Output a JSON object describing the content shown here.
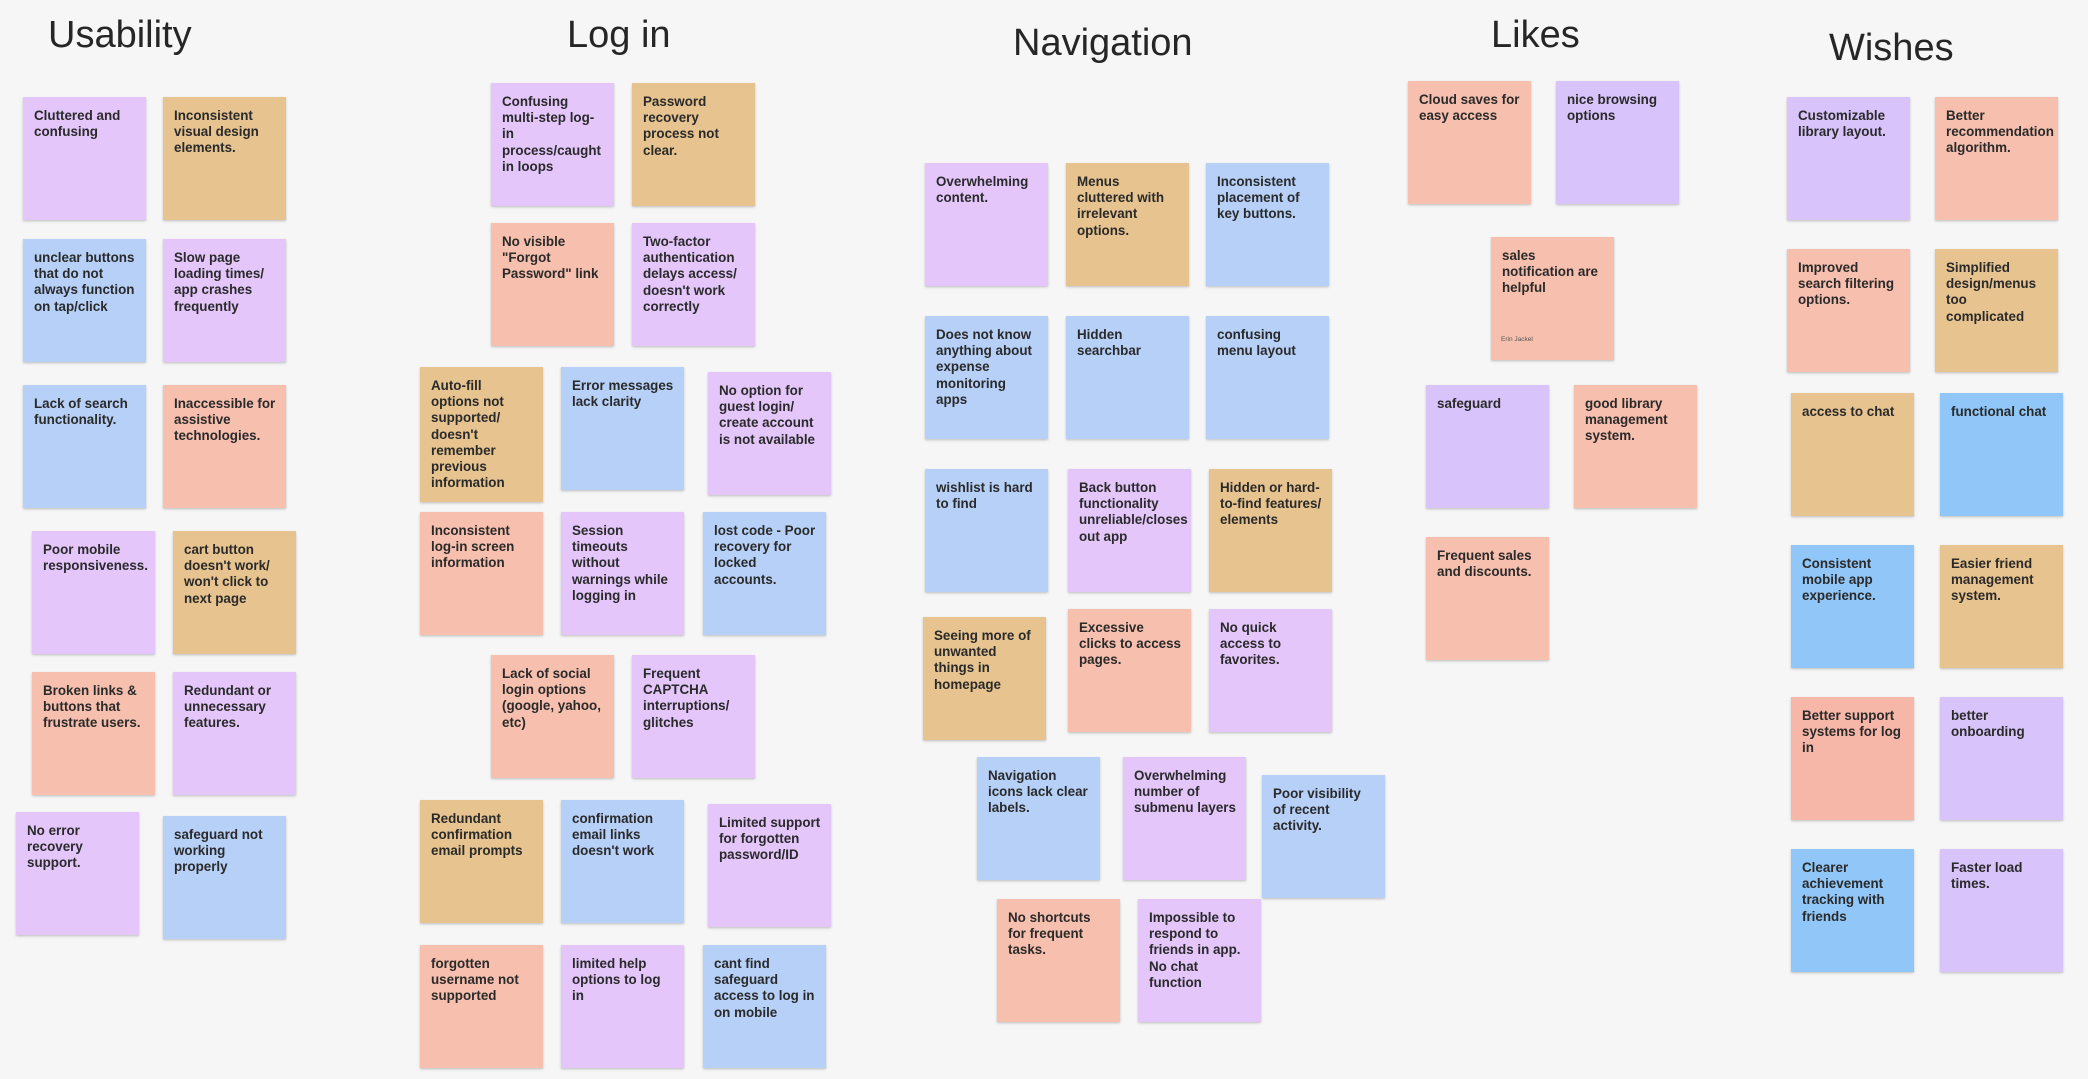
{
  "colors": {
    "purple": "#e4c6fb",
    "tan": "#e6c38f",
    "blue": "#b6d0f8",
    "salmon": "#f7bfae",
    "lilac": "#d8c3fa",
    "sky": "#90c7f8",
    "coral": "#f6b6a8",
    "background": "#f6f6f6"
  },
  "columns": {
    "usability": {
      "title": "Usability",
      "notes": [
        {
          "text": "Cluttered and confusing",
          "color": "purple"
        },
        {
          "text": "Inconsistent visual design elements.",
          "color": "tan"
        },
        {
          "text": "unclear  buttons that do not always function on tap/click",
          "color": "blue"
        },
        {
          "text": "Slow page loading times/ app crashes frequently",
          "color": "purple"
        },
        {
          "text": "Lack of search functionality.",
          "color": "blue"
        },
        {
          "text": "Inaccessible for assistive technologies.",
          "color": "salmon"
        },
        {
          "text": "Poor mobile responsiveness.",
          "color": "purple"
        },
        {
          "text": "cart button doesn't work/ won't click to next page",
          "color": "tan"
        },
        {
          "text": "Broken links & buttons that frustrate users.",
          "color": "salmon"
        },
        {
          "text": "Redundant or unnecessary features.",
          "color": "purple"
        },
        {
          "text": "No error recovery support.",
          "color": "purple"
        },
        {
          "text": "safeguard not working properly",
          "color": "blue"
        }
      ]
    },
    "login": {
      "title": "Log in",
      "notes": [
        {
          "text": "Confusing multi-step log-in process/caught in loops",
          "color": "purple"
        },
        {
          "text": "Password recovery process not clear.",
          "color": "tan"
        },
        {
          "text": "No visible \"Forgot Password\" link",
          "color": "salmon"
        },
        {
          "text": "Two-factor authentication delays access/ doesn't work correctly",
          "color": "purple"
        },
        {
          "text": "Auto-fill options not supported/ doesn't remember previous information",
          "color": "tan"
        },
        {
          "text": "Error messages lack clarity",
          "color": "blue"
        },
        {
          "text": "No option for guest login/ create account is not available",
          "color": "purple"
        },
        {
          "text": "Inconsistent log-in screen information",
          "color": "salmon"
        },
        {
          "text": "Session timeouts without warnings while logging in",
          "color": "purple"
        },
        {
          "text": "lost code - Poor recovery for locked accounts.",
          "color": "blue"
        },
        {
          "text": "Lack of social login options (google, yahoo, etc)",
          "color": "salmon"
        },
        {
          "text": "Frequent CAPTCHA interruptions/ glitches",
          "color": "purple"
        },
        {
          "text": "Redundant confirmation email prompts",
          "color": "tan"
        },
        {
          "text": "confirmation email links doesn't work",
          "color": "blue"
        },
        {
          "text": "Limited support for forgotten password/ID",
          "color": "purple"
        },
        {
          "text": "forgotten username not supported",
          "color": "salmon"
        },
        {
          "text": "limited help options to log in",
          "color": "purple"
        },
        {
          "text": "cant find safeguard access to log in on mobile",
          "color": "blue"
        }
      ]
    },
    "navigation": {
      "title": "Navigation",
      "notes": [
        {
          "text": "Overwhelming content.",
          "color": "purple"
        },
        {
          "text": "Menus cluttered with irrelevant options.",
          "color": "tan"
        },
        {
          "text": "Inconsistent placement of key buttons.",
          "color": "blue"
        },
        {
          "text": "Does not know anything about expense monitoring apps",
          "color": "blue"
        },
        {
          "text": "Hidden searchbar",
          "color": "blue"
        },
        {
          "text": "confusing menu layout",
          "color": "blue"
        },
        {
          "text": "wishlist is hard to find",
          "color": "blue"
        },
        {
          "text": "Back button functionality unreliable/closes out app",
          "color": "purple"
        },
        {
          "text": "Hidden or hard-to-find features/ elements",
          "color": "tan"
        },
        {
          "text": "Seeing more of unwanted things in homepage",
          "color": "tan"
        },
        {
          "text": "Excessive clicks to access pages.",
          "color": "salmon"
        },
        {
          "text": "No quick access to favorites.",
          "color": "purple"
        },
        {
          "text": "Navigation icons lack clear labels.",
          "color": "blue"
        },
        {
          "text": "Overwhelming number of submenu layers",
          "color": "purple"
        },
        {
          "text": "Poor visibility of recent activity.",
          "color": "blue"
        },
        {
          "text": "No shortcuts for frequent tasks.",
          "color": "salmon"
        },
        {
          "text": "Impossible to respond to friends in app. No chat function",
          "color": "purple"
        }
      ]
    },
    "likes": {
      "title": "Likes",
      "notes": [
        {
          "text": "Cloud saves for easy access",
          "color": "salmon"
        },
        {
          "text": "nice browsing options",
          "color": "lilac"
        },
        {
          "text": "sales notification are helpful",
          "color": "salmon",
          "author": "Erin Jackel"
        },
        {
          "text": "safeguard",
          "color": "lilac"
        },
        {
          "text": "good library management system.",
          "color": "salmon"
        },
        {
          "text": "Frequent sales and discounts.",
          "color": "salmon"
        }
      ]
    },
    "wishes": {
      "title": "Wishes",
      "notes": [
        {
          "text": "Customizable library layout.",
          "color": "lilac"
        },
        {
          "text": "Better recommendation algorithm.",
          "color": "salmon"
        },
        {
          "text": "Improved search filtering options.",
          "color": "salmon"
        },
        {
          "text": "Simplified design/menus too complicated",
          "color": "tan"
        },
        {
          "text": "access to chat",
          "color": "tan"
        },
        {
          "text": "functional chat",
          "color": "sky"
        },
        {
          "text": "Consistent mobile app experience.",
          "color": "sky"
        },
        {
          "text": "Easier friend management system.",
          "color": "tan"
        },
        {
          "text": "Better support systems for log in",
          "color": "coral"
        },
        {
          "text": "better onboarding",
          "color": "lilac"
        },
        {
          "text": "Clearer achievement tracking with friends",
          "color": "sky"
        },
        {
          "text": "Faster load times.",
          "color": "lilac"
        }
      ]
    }
  }
}
